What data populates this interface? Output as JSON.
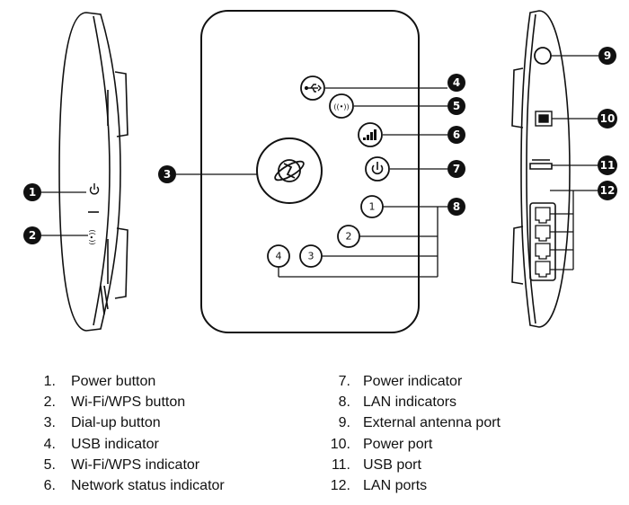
{
  "callouts": {
    "c1": "1",
    "c2": "2",
    "c3": "3",
    "c4": "4",
    "c5": "5",
    "c6": "6",
    "c7": "7",
    "c8": "8",
    "c9": "9",
    "c10": "10",
    "c11": "11",
    "c12": "12"
  },
  "lan_led_labels": {
    "l1": "1",
    "l2": "2",
    "l3": "3",
    "l4": "4"
  },
  "legend_left": [
    {
      "num": "1.",
      "label": "Power button"
    },
    {
      "num": "2.",
      "label": "Wi-Fi/WPS button"
    },
    {
      "num": "3.",
      "label": "Dial-up button"
    },
    {
      "num": "4.",
      "label": "USB indicator"
    },
    {
      "num": "5.",
      "label": "Wi-Fi/WPS indicator"
    },
    {
      "num": "6.",
      "label": "Network status indicator"
    }
  ],
  "legend_right": [
    {
      "num": "7.",
      "label": "Power indicator"
    },
    {
      "num": "8.",
      "label": "LAN indicators"
    },
    {
      "num": "9.",
      "label": "External antenna port"
    },
    {
      "num": "10.",
      "label": "Power port"
    },
    {
      "num": "11.",
      "label": "USB port"
    },
    {
      "num": "12.",
      "label": "LAN ports"
    }
  ],
  "icons": {
    "usb": "usb-icon",
    "wifi": "wifi-wps-icon",
    "signal": "signal-icon",
    "power": "power-icon",
    "globe": "globe-icon"
  }
}
